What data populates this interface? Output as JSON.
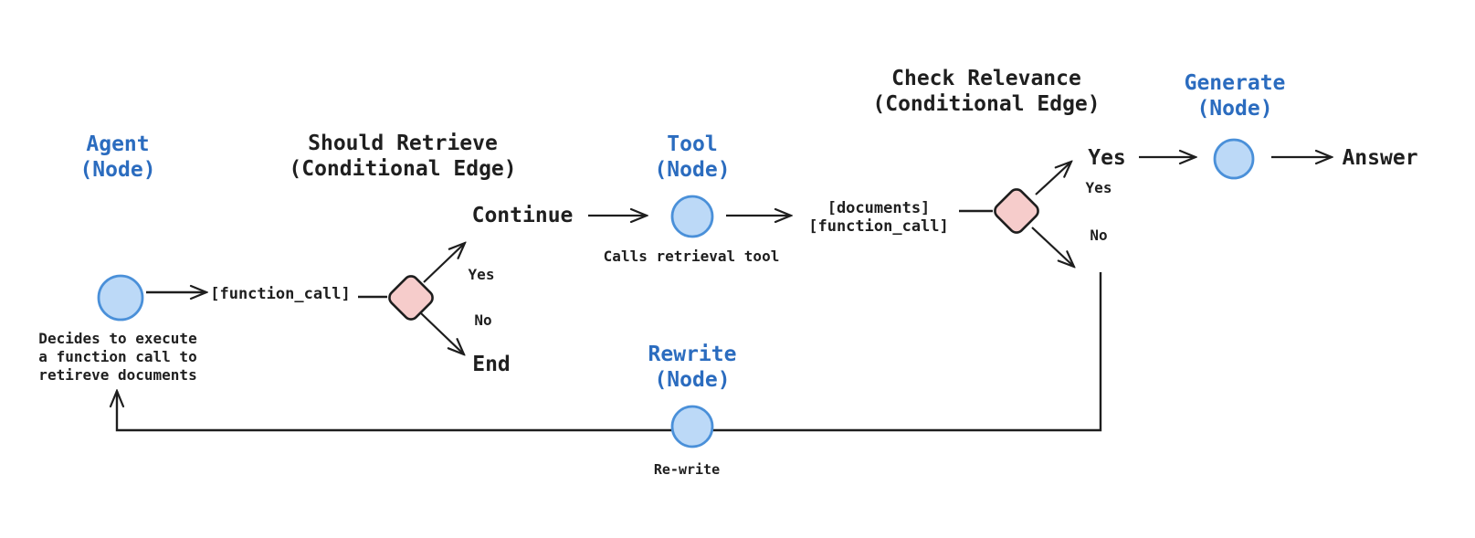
{
  "diagram": {
    "type": "flowchart",
    "colors": {
      "stroke": "#1e1e1e",
      "text": "#1f1f1f",
      "node_label": "#2b6cbf",
      "node_fill": "#bcd9f7",
      "node_stroke": "#4a90d9",
      "decision_fill": "#f6cccb",
      "decision_stroke": "#1e1e1e",
      "background": "#ffffff"
    },
    "nodes": {
      "agent": {
        "title": "Agent\n(Node)",
        "caption": "Decides to execute\na function call to\nretireve documents"
      },
      "tool": {
        "title": "Tool\n(Node)",
        "caption": "Calls retrieval tool"
      },
      "generate": {
        "title": "Generate\n(Node)"
      },
      "rewrite": {
        "title": "Rewrite\n(Node)",
        "caption": "Re-write"
      }
    },
    "conditional_edges": {
      "should_retrieve": {
        "title": "Should Retrieve\n(Conditional Edge)",
        "yes_label": "Yes",
        "no_label": "No",
        "yes_target": "Continue",
        "no_target": "End"
      },
      "check_relevance": {
        "title": "Check Relevance\n(Conditional Edge)",
        "yes_label": "Yes",
        "no_label": "No",
        "yes_branch_word": "Yes"
      }
    },
    "edge_labels": {
      "function_call": "[function_call]",
      "continue": "Continue",
      "end": "End",
      "documents": "[documents]\n[function_call]",
      "answer": "Answer"
    }
  }
}
